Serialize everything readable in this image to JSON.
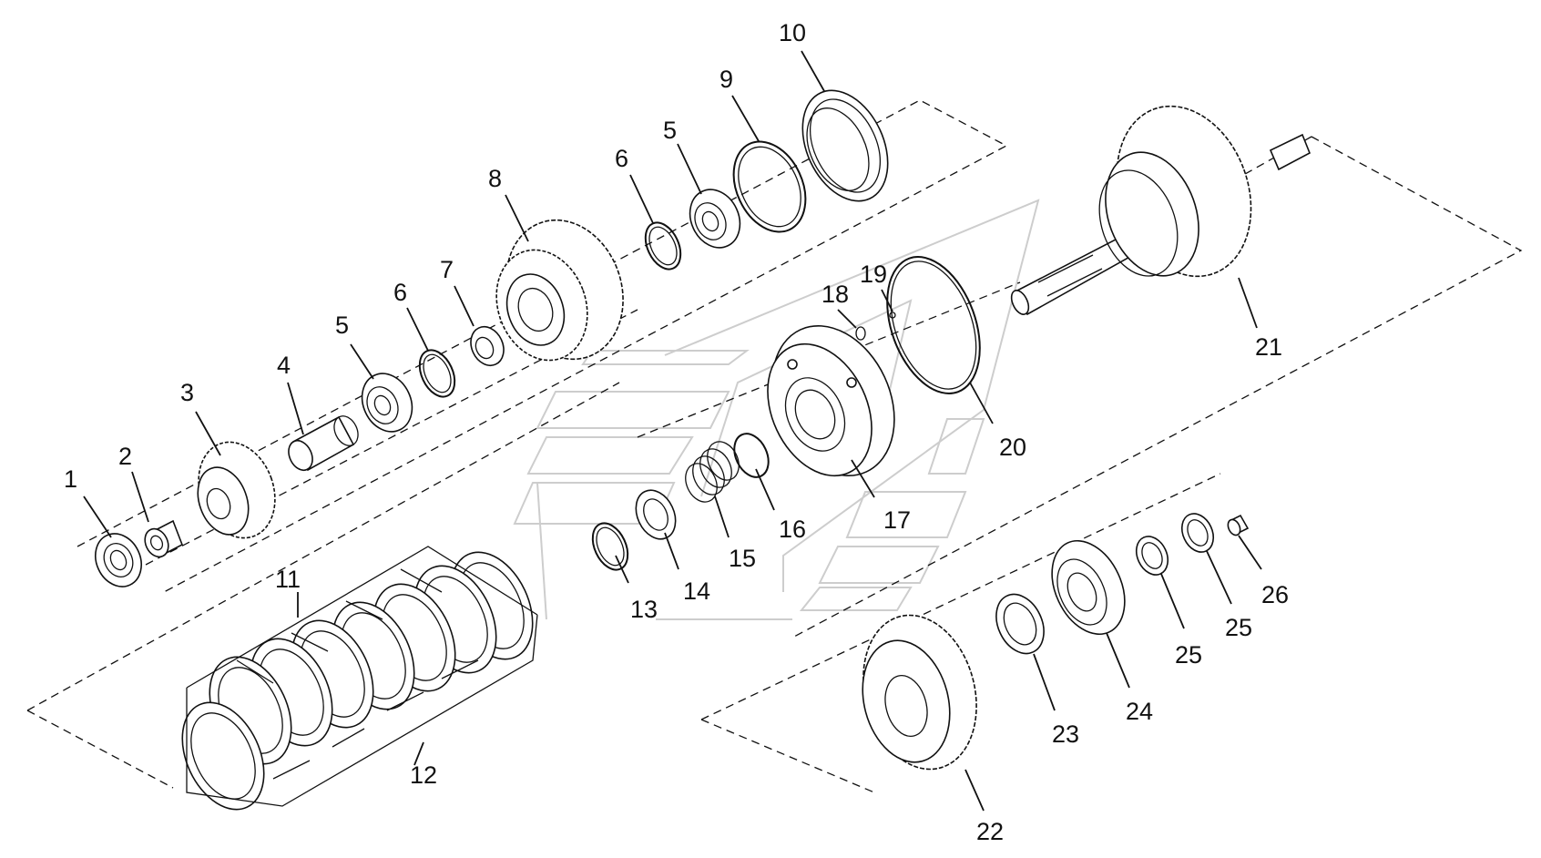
{
  "callouts": {
    "c1": "1",
    "c2": "2",
    "c3": "3",
    "c4": "4",
    "c5a": "5",
    "c5b": "5",
    "c6a": "6",
    "c6b": "6",
    "c7": "7",
    "c8": "8",
    "c9": "9",
    "c10": "10",
    "c11": "11",
    "c12": "12",
    "c13": "13",
    "c14": "14",
    "c15": "15",
    "c16": "16",
    "c17": "17",
    "c18": "18",
    "c19": "19",
    "c20": "20",
    "c21": "21",
    "c22": "22",
    "c23": "23",
    "c24": "24",
    "c25a": "25",
    "c25b": "25",
    "c26": "26"
  },
  "colors": {
    "line": "#111111",
    "background": "#ffffff",
    "watermark": "#c8c8c8"
  }
}
